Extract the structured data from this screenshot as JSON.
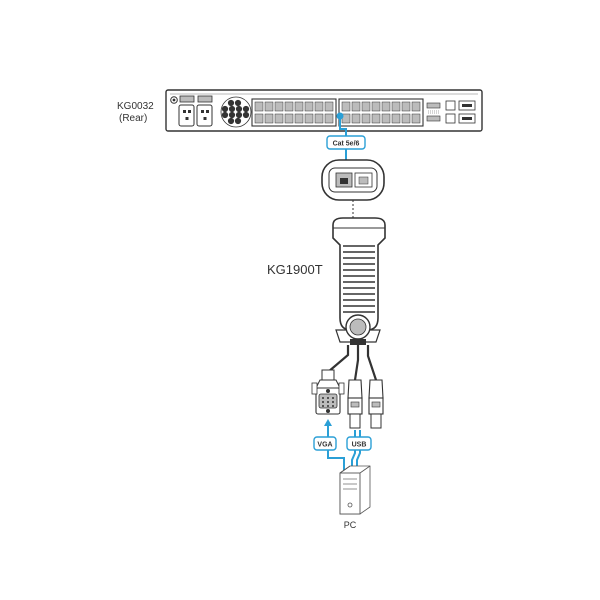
{
  "device_top": {
    "model": "KG0032",
    "view": "(Rear)"
  },
  "adapter": {
    "model": "KG1900T"
  },
  "cables": {
    "cat": "Cat 5e/6",
    "vga": "VGA",
    "usb": "USB"
  },
  "computer": {
    "label": "PC"
  },
  "colors": {
    "cable": "#2a9fd6",
    "outline": "#333333",
    "port_fill": "#bcbcbc"
  }
}
